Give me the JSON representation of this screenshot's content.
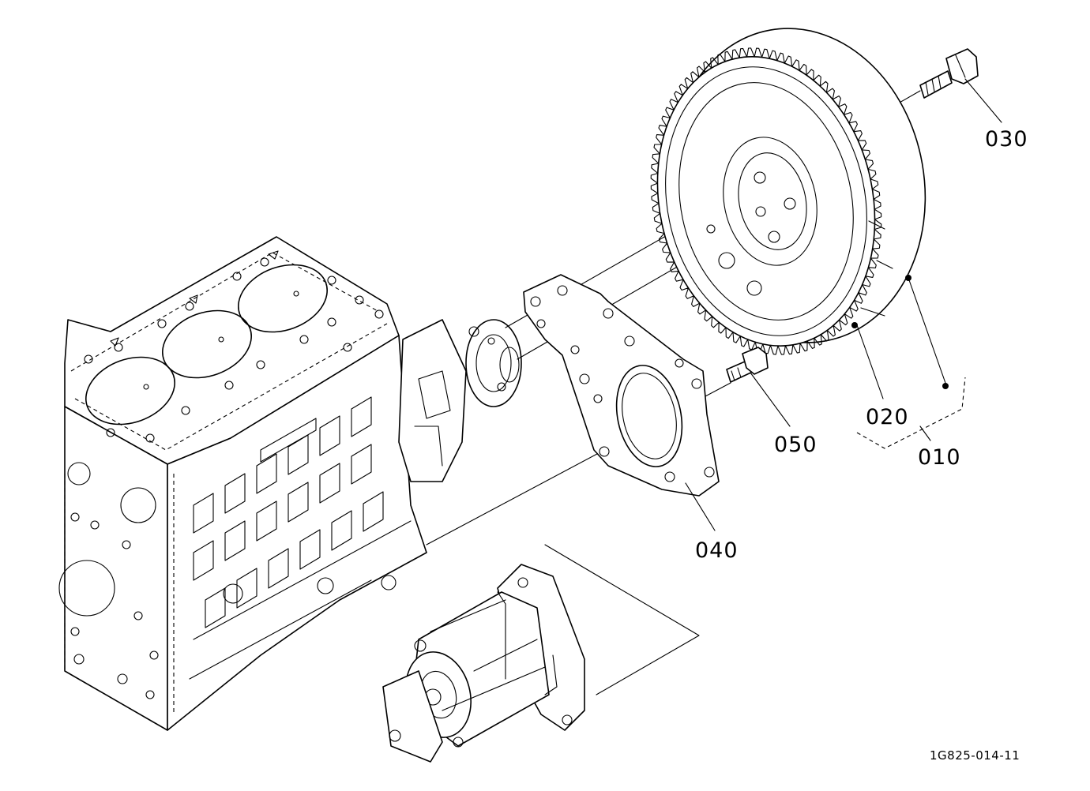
{
  "labels": {
    "p010": "010",
    "p020": "020",
    "p030": "030",
    "p040": "040",
    "p050": "050"
  },
  "drawing_code": "1G825-014-11"
}
